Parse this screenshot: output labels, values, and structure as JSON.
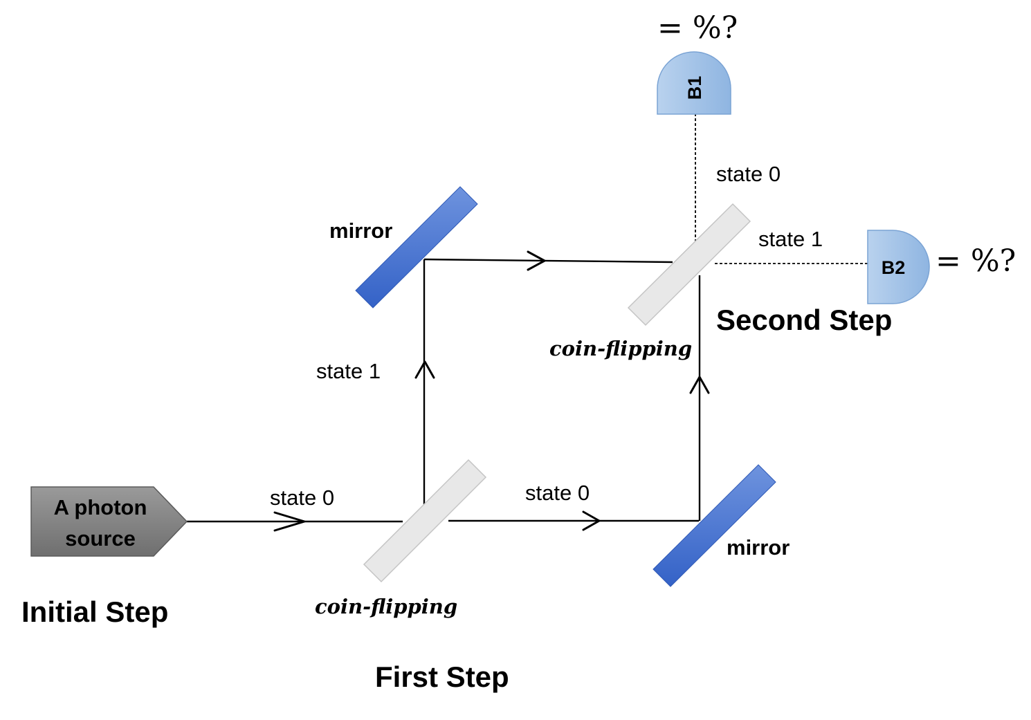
{
  "source": {
    "line1": "A photon",
    "line2": "source"
  },
  "steps": {
    "initial": "Initial Step",
    "first": "First Step",
    "second": "Second Step"
  },
  "components": {
    "mirror_top": "mirror",
    "mirror_bottom": "mirror",
    "coin_flip_first": "coin-flipping",
    "coin_flip_second": "coin-flipping"
  },
  "paths": {
    "input_state": "state 0",
    "first_transmit_state": "state 0",
    "first_reflect_state": "state 1",
    "second_up_state": "state 0",
    "second_right_state": "state 1"
  },
  "detectors": {
    "b1": {
      "label": "B1",
      "reading": "= %?"
    },
    "b2": {
      "label": "B2",
      "reading": "= %?"
    }
  },
  "colors": {
    "mirror_light": "#6a8fdc",
    "mirror_dark": "#3a66c8",
    "splitter": "#e6e6e6",
    "detector": "#9dbfe6",
    "source": "#8a8a8a"
  }
}
